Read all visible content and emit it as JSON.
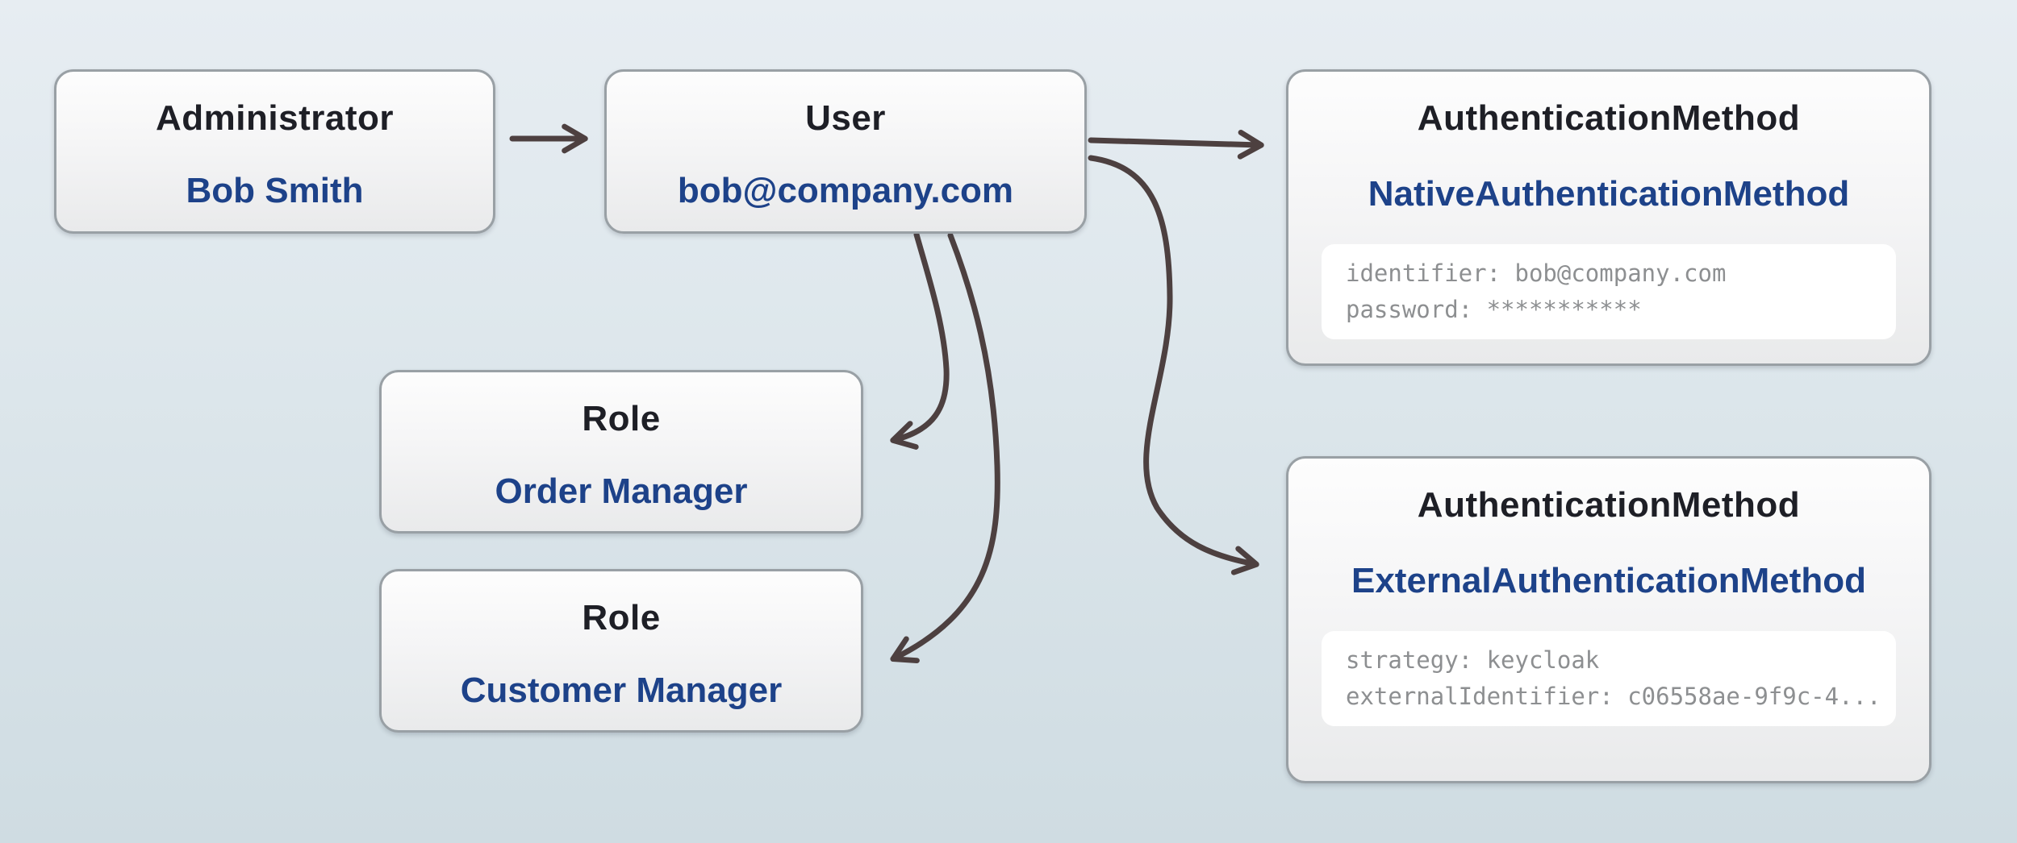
{
  "diagram": {
    "description": "Entity relationship diagram linking an Administrator to a User, the User's Roles and AuthenticationMethods",
    "colors": {
      "arrow": "#4d4040",
      "accent_blue": "#1d4289",
      "heading_text": "#1e1f26",
      "node_border": "#99a0a5",
      "code_text": "#8d8f91",
      "background_top": "#e7edf2",
      "background_bottom": "#cfdce2"
    },
    "nodes": {
      "administrator": {
        "title": "Administrator",
        "value": "Bob Smith"
      },
      "user": {
        "title": "User",
        "value": "bob@company.com"
      },
      "nativeAuth": {
        "title": "AuthenticationMethod",
        "value": "NativeAuthenticationMethod",
        "details": [
          "identifier: bob@company.com",
          "password: ***********"
        ]
      },
      "roleOrderManager": {
        "title": "Role",
        "value": "Order Manager"
      },
      "roleCustomerManager": {
        "title": "Role",
        "value": "Customer Manager"
      },
      "externalAuth": {
        "title": "AuthenticationMethod",
        "value": "ExternalAuthenticationMethod",
        "details": [
          "strategy: keycloak",
          "externalIdentifier: c06558ae-9f9c-4..."
        ]
      }
    },
    "edges": [
      {
        "from": "administrator",
        "to": "user"
      },
      {
        "from": "user",
        "to": "nativeAuth"
      },
      {
        "from": "user",
        "to": "externalAuth"
      },
      {
        "from": "user",
        "to": "roleOrderManager"
      },
      {
        "from": "user",
        "to": "roleCustomerManager"
      }
    ]
  }
}
